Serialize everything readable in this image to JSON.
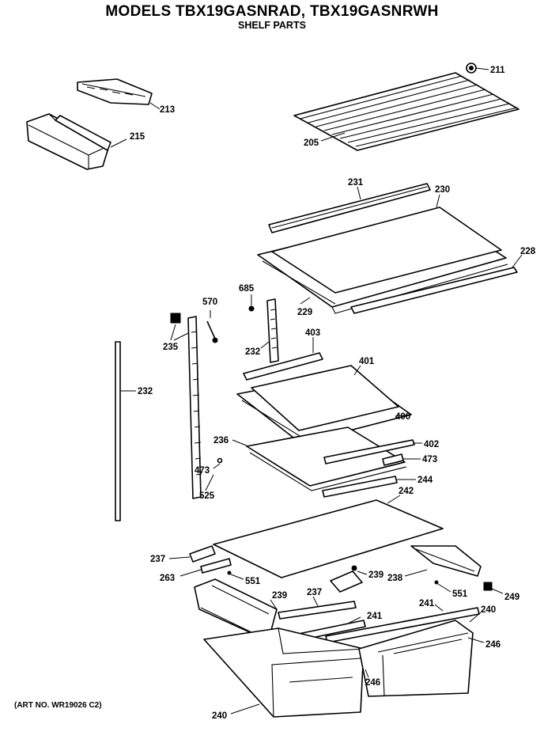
{
  "header": {
    "title": "MODELS TBX19GASNRAD, TBX19GASNRWH",
    "subtitle": "SHELF PARTS"
  },
  "footer": {
    "art_number": "(ART NO. WR19026 C2)"
  },
  "callouts": {
    "p211": "211",
    "p213": "213",
    "p215": "215",
    "p205": "205",
    "p231": "231",
    "p230": "230",
    "p228": "228",
    "p685": "685",
    "p229": "229",
    "p570": "570",
    "p235": "235",
    "p232a": "232",
    "p232b": "232",
    "p403": "403",
    "p401": "401",
    "p400": "400",
    "p236": "236",
    "p402": "402",
    "p473a": "473",
    "p473b": "473",
    "p525": "525",
    "p244": "244",
    "p242": "242",
    "p237a": "237",
    "p263": "263",
    "p551a": "551",
    "p239a": "239",
    "p238": "238",
    "p249": "249",
    "p239b": "239",
    "p237b": "237",
    "p551b": "551",
    "p241a": "241",
    "p241b": "241",
    "p240a": "240",
    "p246a": "246",
    "p246b": "246",
    "p240b": "240"
  }
}
